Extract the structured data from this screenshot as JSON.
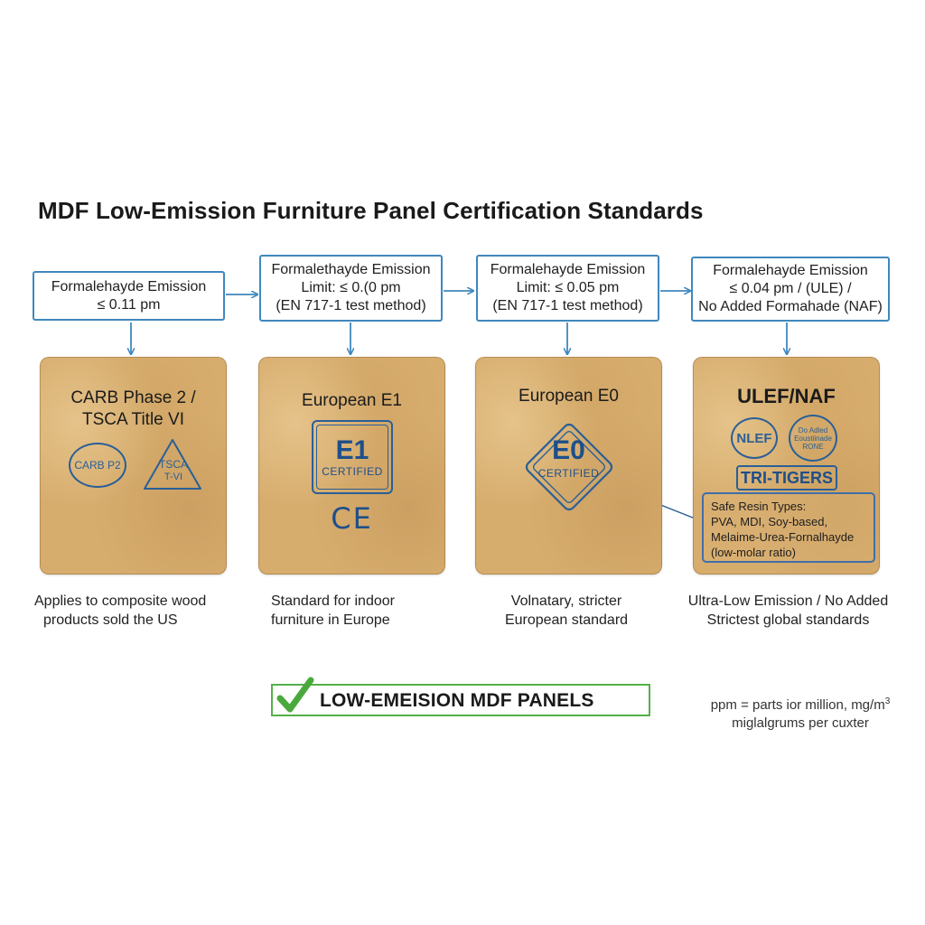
{
  "title": "MDF Low-Emission Furniture Panel Certification Standards",
  "colors": {
    "accent_blue": "#3f88bd",
    "seal_blue": "#2a5f97",
    "panel_tan": "#d7ad6e",
    "check_green": "#55b04a"
  },
  "limits": [
    {
      "line1": "Formalehayde Emission",
      "line2": "≤ 0.11 pm",
      "line3": ""
    },
    {
      "line1": "Formalethayde Emission",
      "line2": "Limit: ≤ 0.(0 pm",
      "line3": "(EN 717-1 test method)"
    },
    {
      "line1": "Formalehayde Emission",
      "line2": "Limit: ≤ 0.05 pm",
      "line3": "(EN 717-1 test method)"
    },
    {
      "line1": "Formalehayde Emission",
      "line2": "≤ 0.04 pm / (ULE) /",
      "line3": "No Added Formahade (NAF)"
    }
  ],
  "panels": [
    {
      "title_line1": "CARB Phase 2 /",
      "title_line2": "TSCA Title VI",
      "seal1": "CARB P2",
      "seal2_line1": "TSCA",
      "seal2_line2": "T-VI"
    },
    {
      "title_line1": "European E1",
      "mark": "E1",
      "mark_sub": "CERTIFIED",
      "ce": "CE"
    },
    {
      "title_line1": "European E0",
      "mark": "E0",
      "mark_sub": "CERTIFIED"
    },
    {
      "title_line1": "ULEF/NAF",
      "seal1": "NLEF",
      "seal2_line1": "Do Adled",
      "seal2_line2": "Eoustiinade",
      "seal2_line3": "RONE",
      "tri": "TRI-TIGERS",
      "resin": {
        "line1": "Safe Resin Types:",
        "line2": "PVA, MDI, Soy-based,",
        "line3": "Melaime-Urea-Fornalhayde",
        "line4": "(low-molar ratio)"
      }
    }
  ],
  "captions": [
    {
      "line1": "Applies to composite wood",
      "line2": "products sold the US"
    },
    {
      "line1": "Standard for indoor",
      "line2": "furniture in Europe"
    },
    {
      "line1": "Volnatary, stricter",
      "line2": "European standard"
    },
    {
      "line1": "Ultra-Low Emission / No Added",
      "line2": "Strictest global standards"
    }
  ],
  "banner": {
    "label": "LOW-EMEISION MDF PANELS"
  },
  "units_note": {
    "line1": "ppm = parts ior million, mg/m",
    "sup": "3",
    "line2": "miglalgrums per cuxter"
  }
}
